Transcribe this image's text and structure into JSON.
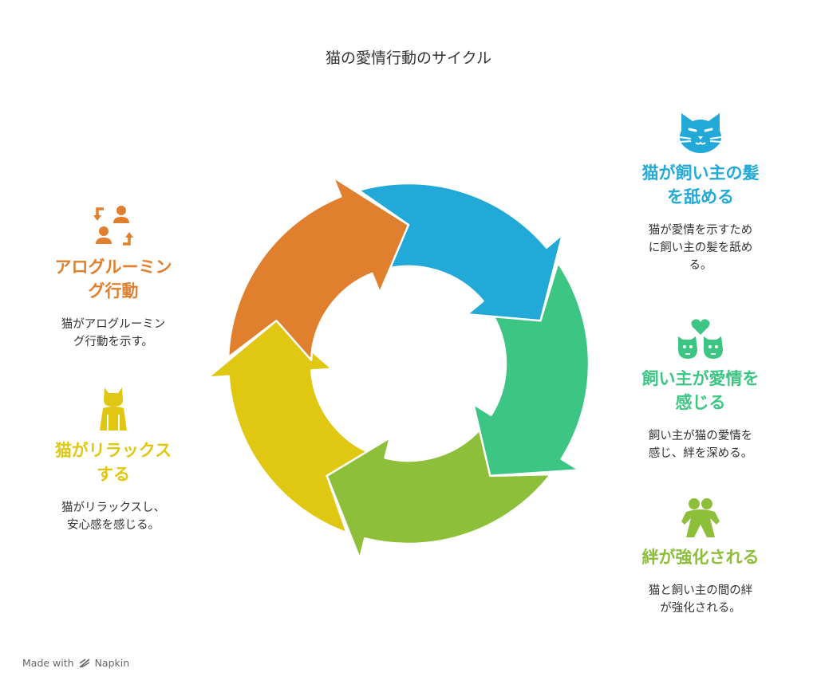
{
  "diagram": {
    "title": "猫の愛情行動のサイクル",
    "steps": [
      {
        "heading_line1": "猫が飼い主の髪",
        "heading_line2": "を舐める",
        "desc_line1": "猫が愛情を示すため",
        "desc_line2": "に飼い主の髪を舐め",
        "desc_line3": "る。",
        "color": "#22A9D8",
        "icon": "cat-face-icon"
      },
      {
        "heading_line1": "飼い主が愛情を",
        "heading_line2": "感じる",
        "desc_line1": "飼い主が猫の愛情を",
        "desc_line2": "感じ、絆を深める。",
        "color": "#3DC584",
        "icon": "cats-heart-icon"
      },
      {
        "heading_line1": "絆が強化される",
        "desc_line1": "猫と飼い主の間の絆",
        "desc_line2": "が強化される。",
        "color": "#8DBF3A",
        "icon": "hug-icon"
      },
      {
        "heading_line1": "猫がリラックス",
        "heading_line2": "する",
        "desc_line1": "猫がリラックスし、",
        "desc_line2": "安心感を感じる。",
        "color": "#E0C712",
        "icon": "sitting-cat-icon"
      },
      {
        "heading_line1": "アログルーミン",
        "heading_line2": "グ行動",
        "desc_line1": "猫がアログルーミン",
        "desc_line2": "グ行動を示す。",
        "color": "#E0802E",
        "icon": "exchange-people-icon"
      }
    ]
  },
  "footer": {
    "made_with": "Made with",
    "brand": "Napkin"
  }
}
